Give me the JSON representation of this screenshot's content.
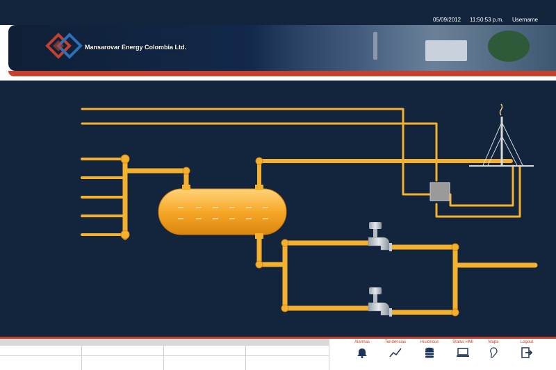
{
  "header": {
    "date": "05/09/2012",
    "time": "11:50:53 p.m.",
    "username": "Username",
    "company": "Mansarovar Energy Colombia Ltd."
  },
  "nav": [
    {
      "label": "Alarmas",
      "icon": "bell-icon"
    },
    {
      "label": "Tendencias",
      "icon": "trend-chart-icon"
    },
    {
      "label": "Históricos",
      "icon": "database-icon"
    },
    {
      "label": "Status HMI",
      "icon": "monitor-icon"
    },
    {
      "label": "Mapa",
      "icon": "map-icon"
    },
    {
      "label": "Logout",
      "icon": "logout-icon"
    }
  ],
  "colors": {
    "background": "#13243d",
    "pipe": "#f4b12f",
    "accent": "#c4412f"
  }
}
